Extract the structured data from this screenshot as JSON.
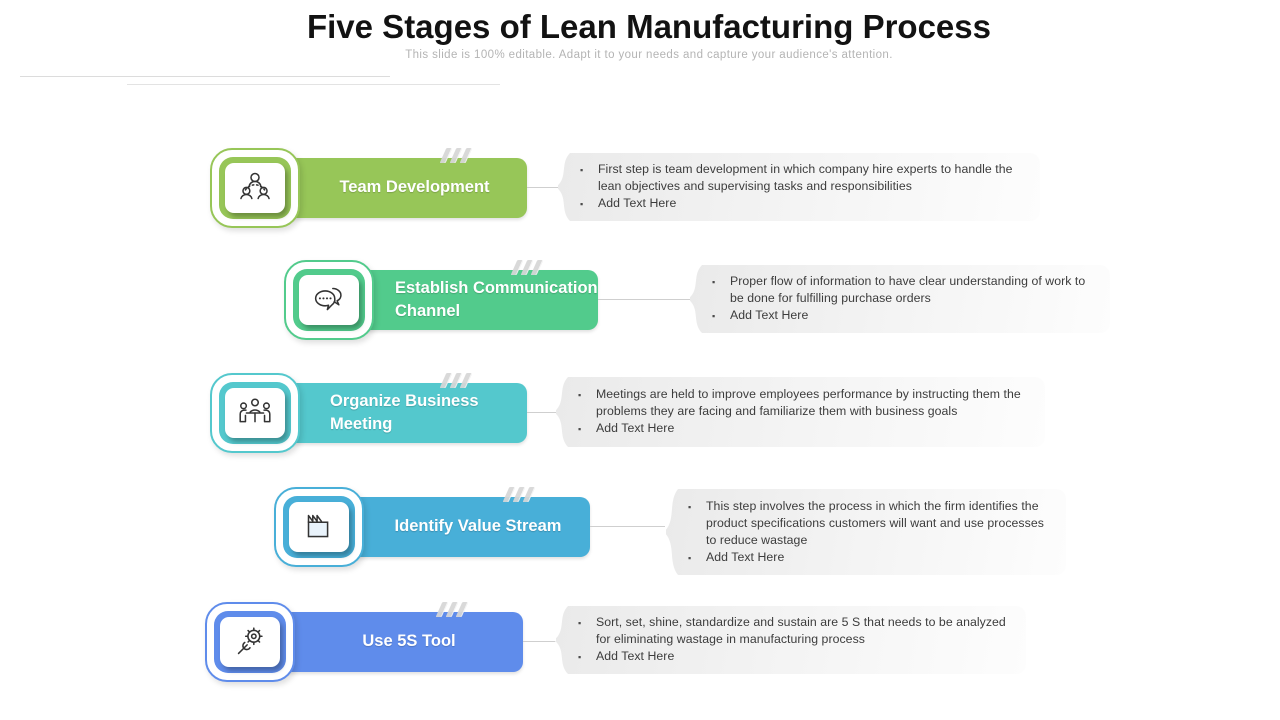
{
  "slide": {
    "title": "Five Stages of Lean Manufacturing Process",
    "subtitle": "This slide is 100% editable. Adapt it to your needs and capture your audience's attention."
  },
  "ui": {
    "bullet_marker": "▪"
  },
  "stages": [
    {
      "label": "Team Development",
      "accent": "#97C658",
      "icon": "team-icon",
      "bullets": [
        "First step is team development in which company hire experts to handle the lean objectives and supervising tasks and responsibilities",
        "Add Text Here"
      ]
    },
    {
      "label": "Establish Communication Channel",
      "accent": "#52CB8C",
      "icon": "chat-bubbles-icon",
      "bullets": [
        "Proper flow of information to have clear understanding of work to be done for fulfilling purchase orders",
        "Add Text Here"
      ]
    },
    {
      "label": "Organize Business Meeting",
      "accent": "#54C8CD",
      "icon": "meeting-icon",
      "bullets": [
        "Meetings are held to improve employees performance by instructing them the problems they are facing and familiarize them with business goals",
        "Add Text Here"
      ]
    },
    {
      "label": "Identify Value Stream",
      "accent": "#48AFD8",
      "icon": "factory-icon",
      "bullets": [
        "This step involves the process in which the firm identifies the product specifications customers will want and use processes to reduce wastage",
        "Add Text Here"
      ]
    },
    {
      "label": "Use 5S Tool",
      "accent": "#5F8CEB",
      "icon": "gear-wrench-icon",
      "bullets": [
        "Sort, set, shine, standardize and sustain are 5 S that needs to be analyzed for eliminating wastage in manufacturing process",
        "Add Text Here"
      ]
    }
  ]
}
